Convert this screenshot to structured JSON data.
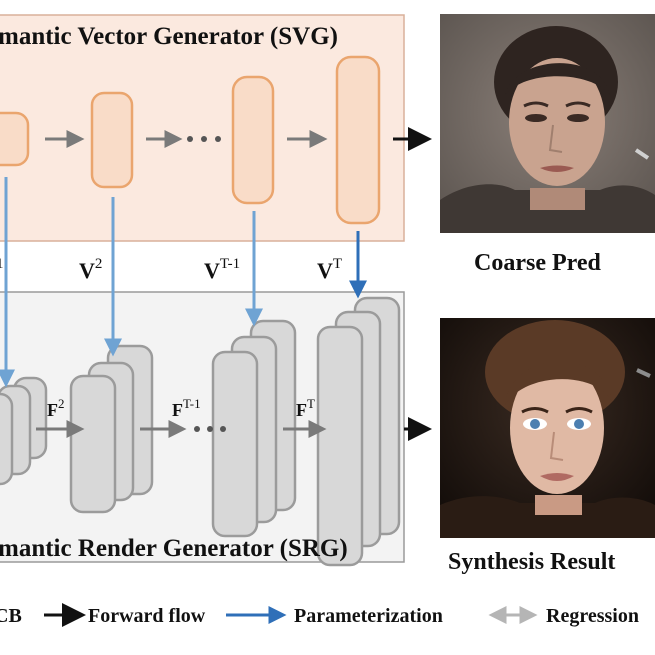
{
  "svg_module": {
    "title": "mantic Vector Generator (SVG)"
  },
  "srg_module": {
    "title": "mantic Render Generator (SRG)"
  },
  "vectors": [
    {
      "base": "V",
      "sup": "2"
    },
    {
      "base": "V",
      "sup": "T-1"
    },
    {
      "base": "V",
      "sup": "T"
    }
  ],
  "features": [
    {
      "base": "F",
      "sup": "2"
    },
    {
      "base": "F",
      "sup": "T-1"
    },
    {
      "base": "F",
      "sup": "T"
    }
  ],
  "outputs": {
    "coarse": "Coarse Pred",
    "synthesis": "Synthesis Result"
  },
  "legend": {
    "cb": "CB",
    "forward": "Forward flow",
    "param": "Parameterization",
    "regression": "Regression"
  },
  "colors": {
    "svg_bg": "#fbe9df",
    "svg_border": "#d9b09a",
    "block_fill": "#f9dcc8",
    "block_stroke": "#eaa56e",
    "srg_bg": "#f3f3f3",
    "srg_border": "#9a9a9a",
    "feat_fill": "#d8d8d8",
    "feat_stroke": "#9b9b9b",
    "param_blue": "#6fa3d3",
    "param_blue_dark": "#2f6fb8",
    "forward_black": "#111111",
    "regression_gray": "#b5b5b5"
  }
}
